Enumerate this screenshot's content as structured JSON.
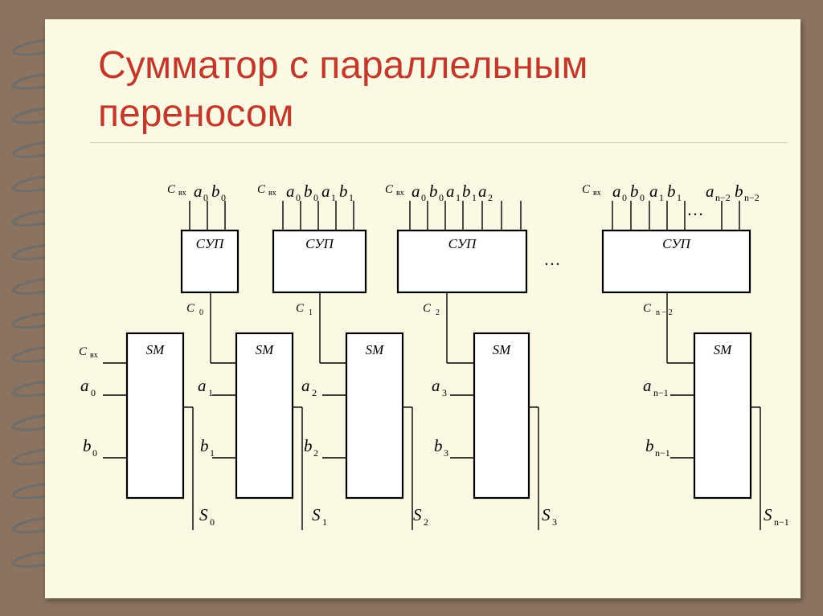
{
  "title": {
    "line1": "Сумматор с параллельным",
    "line2": "переносом",
    "color": "#c0392b"
  },
  "colors": {
    "background": "#8b735f",
    "paper": "#fbf9e4",
    "lines": "#000000"
  },
  "cp_blocks": [
    {
      "label": "СУП",
      "c_in": "C",
      "c_in_sub": "вх",
      "inputs": [
        [
          "a",
          "0"
        ],
        [
          "b",
          "0"
        ]
      ],
      "output": [
        "C",
        "0"
      ]
    },
    {
      "label": "СУП",
      "c_in": "C",
      "c_in_sub": "вх",
      "inputs": [
        [
          "a",
          "0"
        ],
        [
          "b",
          "0"
        ],
        [
          "a",
          "1"
        ],
        [
          "b",
          "1"
        ]
      ],
      "output": [
        "C",
        "1"
      ]
    },
    {
      "label": "СУП",
      "c_in": "C",
      "c_in_sub": "вх",
      "inputs": [
        [
          "a",
          "0"
        ],
        [
          "b",
          "0"
        ],
        [
          "a",
          "1"
        ],
        [
          "b",
          "1"
        ],
        [
          "a",
          "2"
        ]
      ],
      "output": [
        "C",
        "2"
      ]
    },
    {
      "label": "СУП",
      "c_in": "C",
      "c_in_sub": "вх",
      "inputs": [
        [
          "a",
          "0"
        ],
        [
          "b",
          "0"
        ],
        [
          "a",
          "1"
        ],
        [
          "b",
          "1"
        ],
        [
          "a",
          "n−2"
        ],
        [
          "b",
          "n−2"
        ]
      ],
      "output": [
        "C",
        "n − 2"
      ]
    }
  ],
  "sm_blocks": [
    {
      "label": "SM",
      "carry_in": [
        "C",
        "вх"
      ],
      "a": [
        "a",
        "0"
      ],
      "b": [
        "b",
        "0"
      ],
      "s": [
        "S",
        "0"
      ]
    },
    {
      "label": "SM",
      "a": [
        "a",
        "1"
      ],
      "b": [
        "b",
        "1"
      ],
      "s": [
        "S",
        "1"
      ]
    },
    {
      "label": "SM",
      "a": [
        "a",
        "2"
      ],
      "b": [
        "b",
        "2"
      ],
      "s": [
        "S",
        "2"
      ]
    },
    {
      "label": "SM",
      "a": [
        "a",
        "3"
      ],
      "b": [
        "b",
        "3"
      ],
      "s": [
        "S",
        "3"
      ]
    },
    {
      "label": "SM",
      "a": [
        "a",
        "n−1"
      ],
      "b": [
        "b",
        "n−1"
      ],
      "s": [
        "S",
        "n−1"
      ]
    }
  ],
  "ellipsis": "…"
}
